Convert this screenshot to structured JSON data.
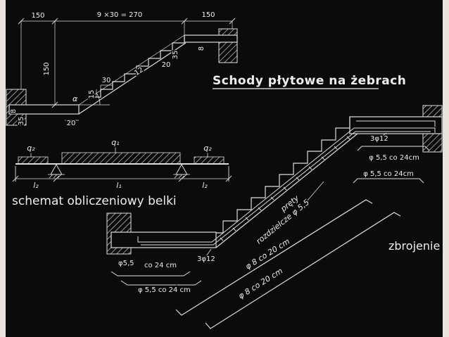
{
  "title": {
    "text": "Schody płytowe na żebrach"
  },
  "stair_section": {
    "dim_150_top_left": "150",
    "dim_9x30": "9 ×30 = 270",
    "dim_150_top_right": "150",
    "dim_150_left": "150",
    "dim_8_left": "8",
    "dim_35_left": "35",
    "dim_20_bottom": "20",
    "dim_30_step": "30",
    "dim_15_step": "15",
    "dim_12_slab": "12",
    "dim_20_step": "20",
    "dim_35_right": "35",
    "dim_8_right": "8",
    "alpha": "α"
  },
  "beam_scheme": {
    "caption": "schemat obliczeniowy belki",
    "q1": "q₁",
    "q2_left": "q₂",
    "q2_right": "q₂",
    "l1": "l₁",
    "l2_left": "l₂",
    "l2_right": "l₂"
  },
  "reinforcement": {
    "caption": "zbrojenie",
    "bars_3phi12_top": "3φ12",
    "phi55_24_top1": "φ 5,5 co 24cm",
    "phi55_24_top2": "φ 5,5 co 24cm",
    "prety_line1": "pręty",
    "prety_line2": "rozdzielcze φ 5,5",
    "phi8_20_1": "φ 8 co 20 cm",
    "phi8_20_2": "φ 8 co 20 cm",
    "bars_3phi12_bottom": "3φ12",
    "phi55_left_a": "φ5,5",
    "phi55_left_b": "co 24 cm",
    "phi55_left_c": "φ 5,5 co 24 cm"
  }
}
